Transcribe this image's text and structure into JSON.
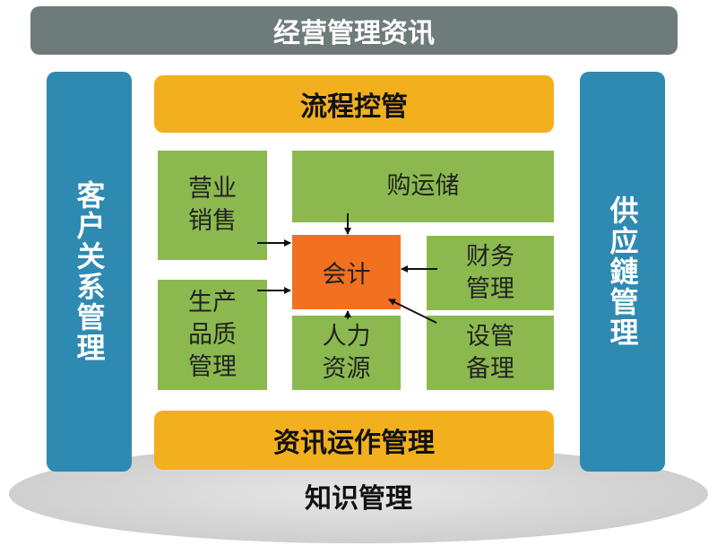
{
  "diagram": {
    "top_bar": "经营管理资讯",
    "left_column": "客户关系管理",
    "right_column": "供应鏈管理",
    "process_control": "流程控管",
    "it_operations": "资讯运作管理",
    "foundation": "知识管理",
    "modules": {
      "sales": [
        "营业",
        "销售"
      ],
      "procurement": "购运储",
      "production": [
        "生产",
        "品质",
        "管理"
      ],
      "hr": [
        "人力",
        "资源"
      ],
      "finance": [
        "财务",
        "管理"
      ],
      "equipment": [
        "设管",
        "备理"
      ],
      "accounting": "会计"
    },
    "colors": {
      "top_bar": "#6e7b7b",
      "side_columns": "#2e8ab1",
      "orange_bars": "#f2b01e",
      "modules": "#8cb94f",
      "accounting": "#f37021"
    }
  }
}
